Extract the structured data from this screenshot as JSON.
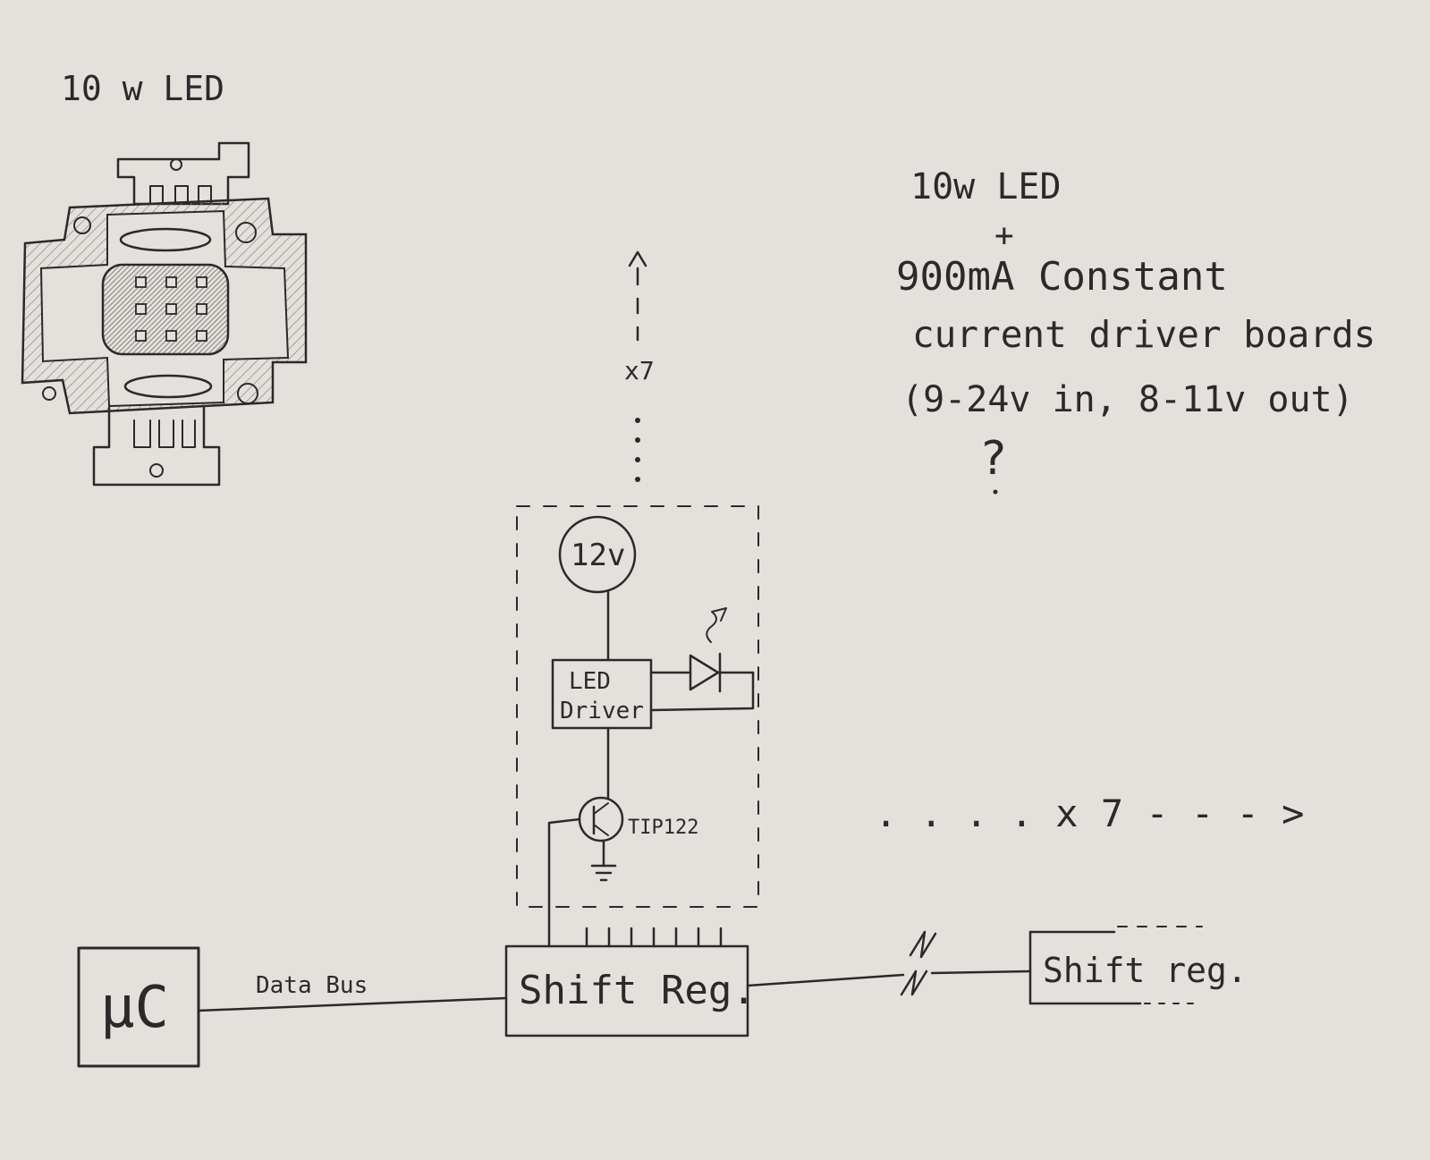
{
  "led_sketch": {
    "title": "10 w LED"
  },
  "notes": {
    "line1": "10w LED",
    "plus": "+",
    "line2": "900mA Constant",
    "line3": "current driver boards",
    "line4": "(9-24v in, 8-11v out)",
    "question": "?"
  },
  "circuit": {
    "vertical_repeat": "x7",
    "supply_label": "12v",
    "driver_label_1": "LED",
    "driver_label_2": "Driver",
    "transistor_label": "TIP122",
    "horizontal_repeat": ". . . . x 7 - - - >",
    "microcontroller_label": "μC",
    "data_bus_label": "Data Bus",
    "shift_reg_label": "Shift Reg.",
    "shift_reg_2_label": "Shift reg."
  },
  "colors": {
    "paper": "#e4e0db",
    "pencil": "#2a2a2a",
    "shade": "#8a8681"
  }
}
